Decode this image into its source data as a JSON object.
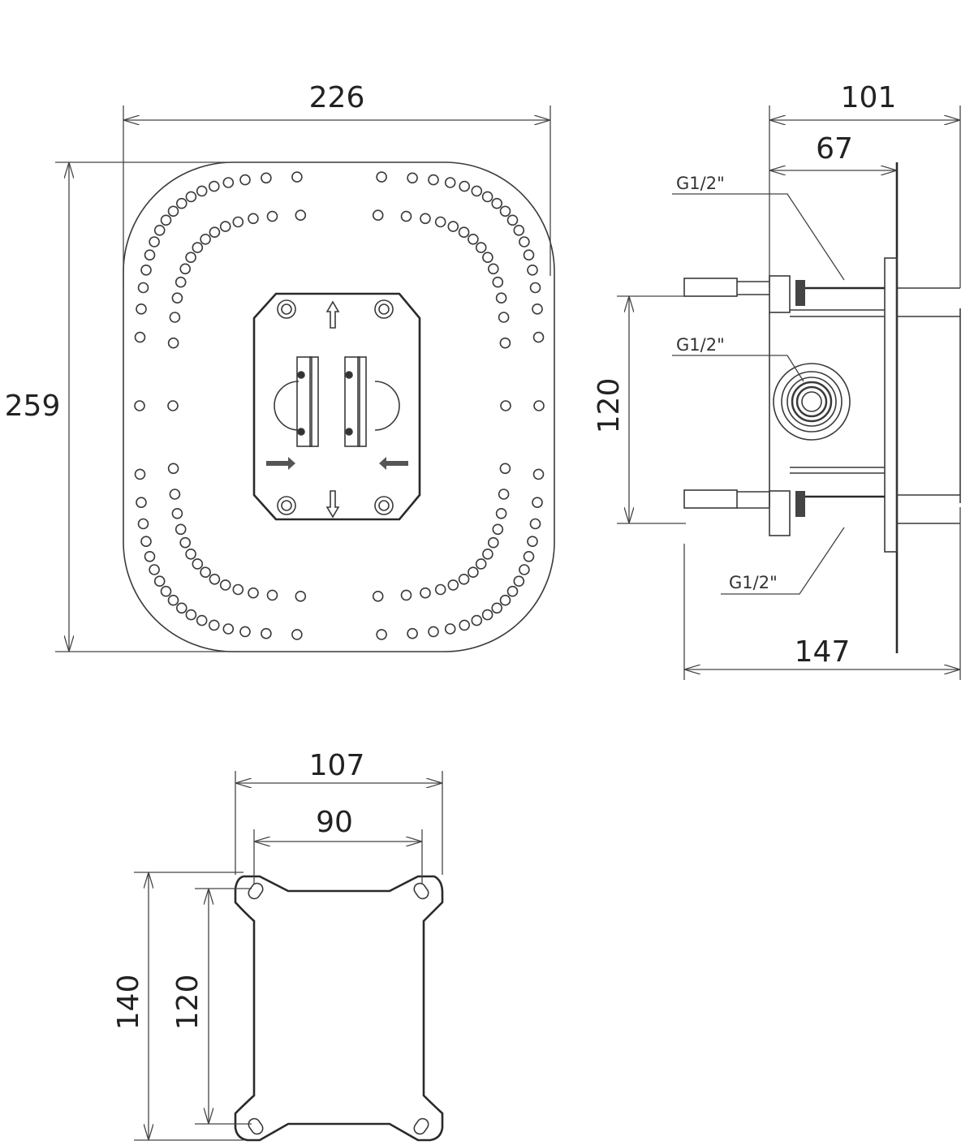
{
  "front_view": {
    "width_dim": "226",
    "height_dim": "259"
  },
  "side_view": {
    "depth_total_dim": "101",
    "depth_inner_dim": "67",
    "inlet_spacing_dim": "120",
    "overall_dim": "147",
    "thread_top": "G1/2\"",
    "thread_middle": "G1/2\"",
    "thread_bottom": "G1/2\""
  },
  "mounting_plate": {
    "width_outer_dim": "107",
    "width_inner_dim": "90",
    "height_outer_dim": "140",
    "height_inner_dim": "120"
  }
}
